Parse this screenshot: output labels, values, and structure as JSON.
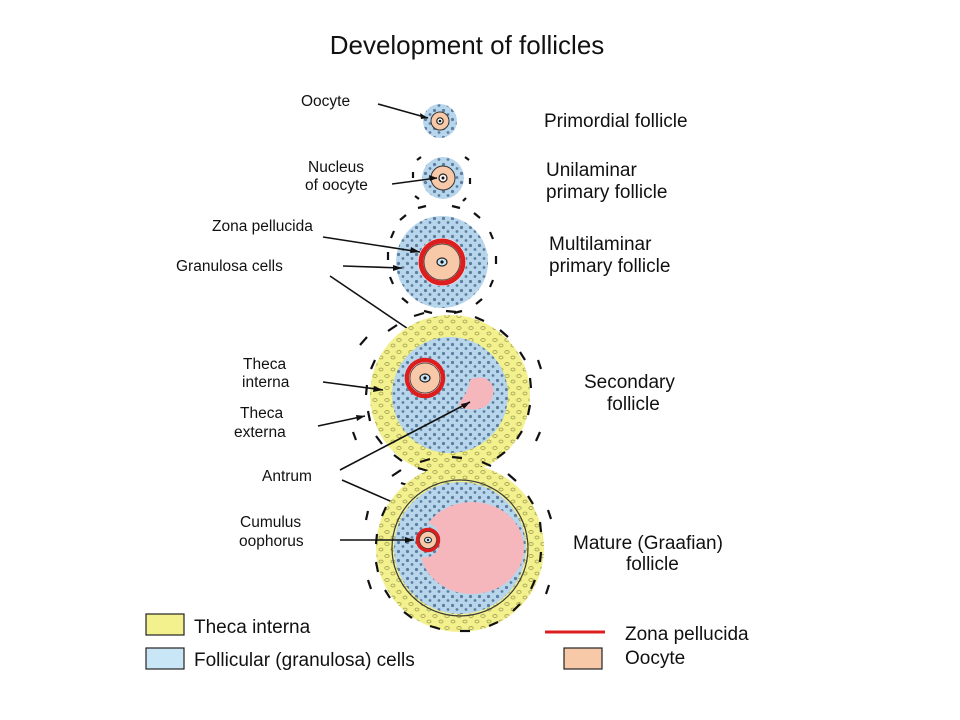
{
  "title": "Development of follicles",
  "stages": {
    "primordial": "Primordial follicle",
    "unilaminar": [
      "Unilaminar",
      "primary follicle"
    ],
    "multilaminar": [
      "Multilaminar",
      "primary follicle"
    ],
    "secondary": [
      "Secondary",
      "follicle"
    ],
    "mature": [
      "Mature (Graafian)",
      "follicle"
    ]
  },
  "parts": {
    "oocyte": "Oocyte",
    "nucleus": [
      "Nucleus",
      "of oocyte"
    ],
    "zona": "Zona pellucida",
    "granulosa": "Granulosa cells",
    "theca_interna": [
      "Theca",
      "interna"
    ],
    "theca_externa": [
      "Theca",
      "externa"
    ],
    "antrum": "Antrum",
    "cumulus": [
      "Cumulus",
      "oophorus"
    ]
  },
  "legend": {
    "theca_interna": "Theca interna",
    "granulosa": "Follicular (granulosa) cells",
    "zona": "Zona pellucida",
    "oocyte": "Oocyte"
  },
  "colors": {
    "theca": "#f3f08e",
    "granulosa": "#c9e6f7",
    "zona": "#dd1e1e",
    "oocyte": "#f7c9a8",
    "antrum": "#f5b7bc",
    "granulosa_dense": "#8ea7c6"
  }
}
